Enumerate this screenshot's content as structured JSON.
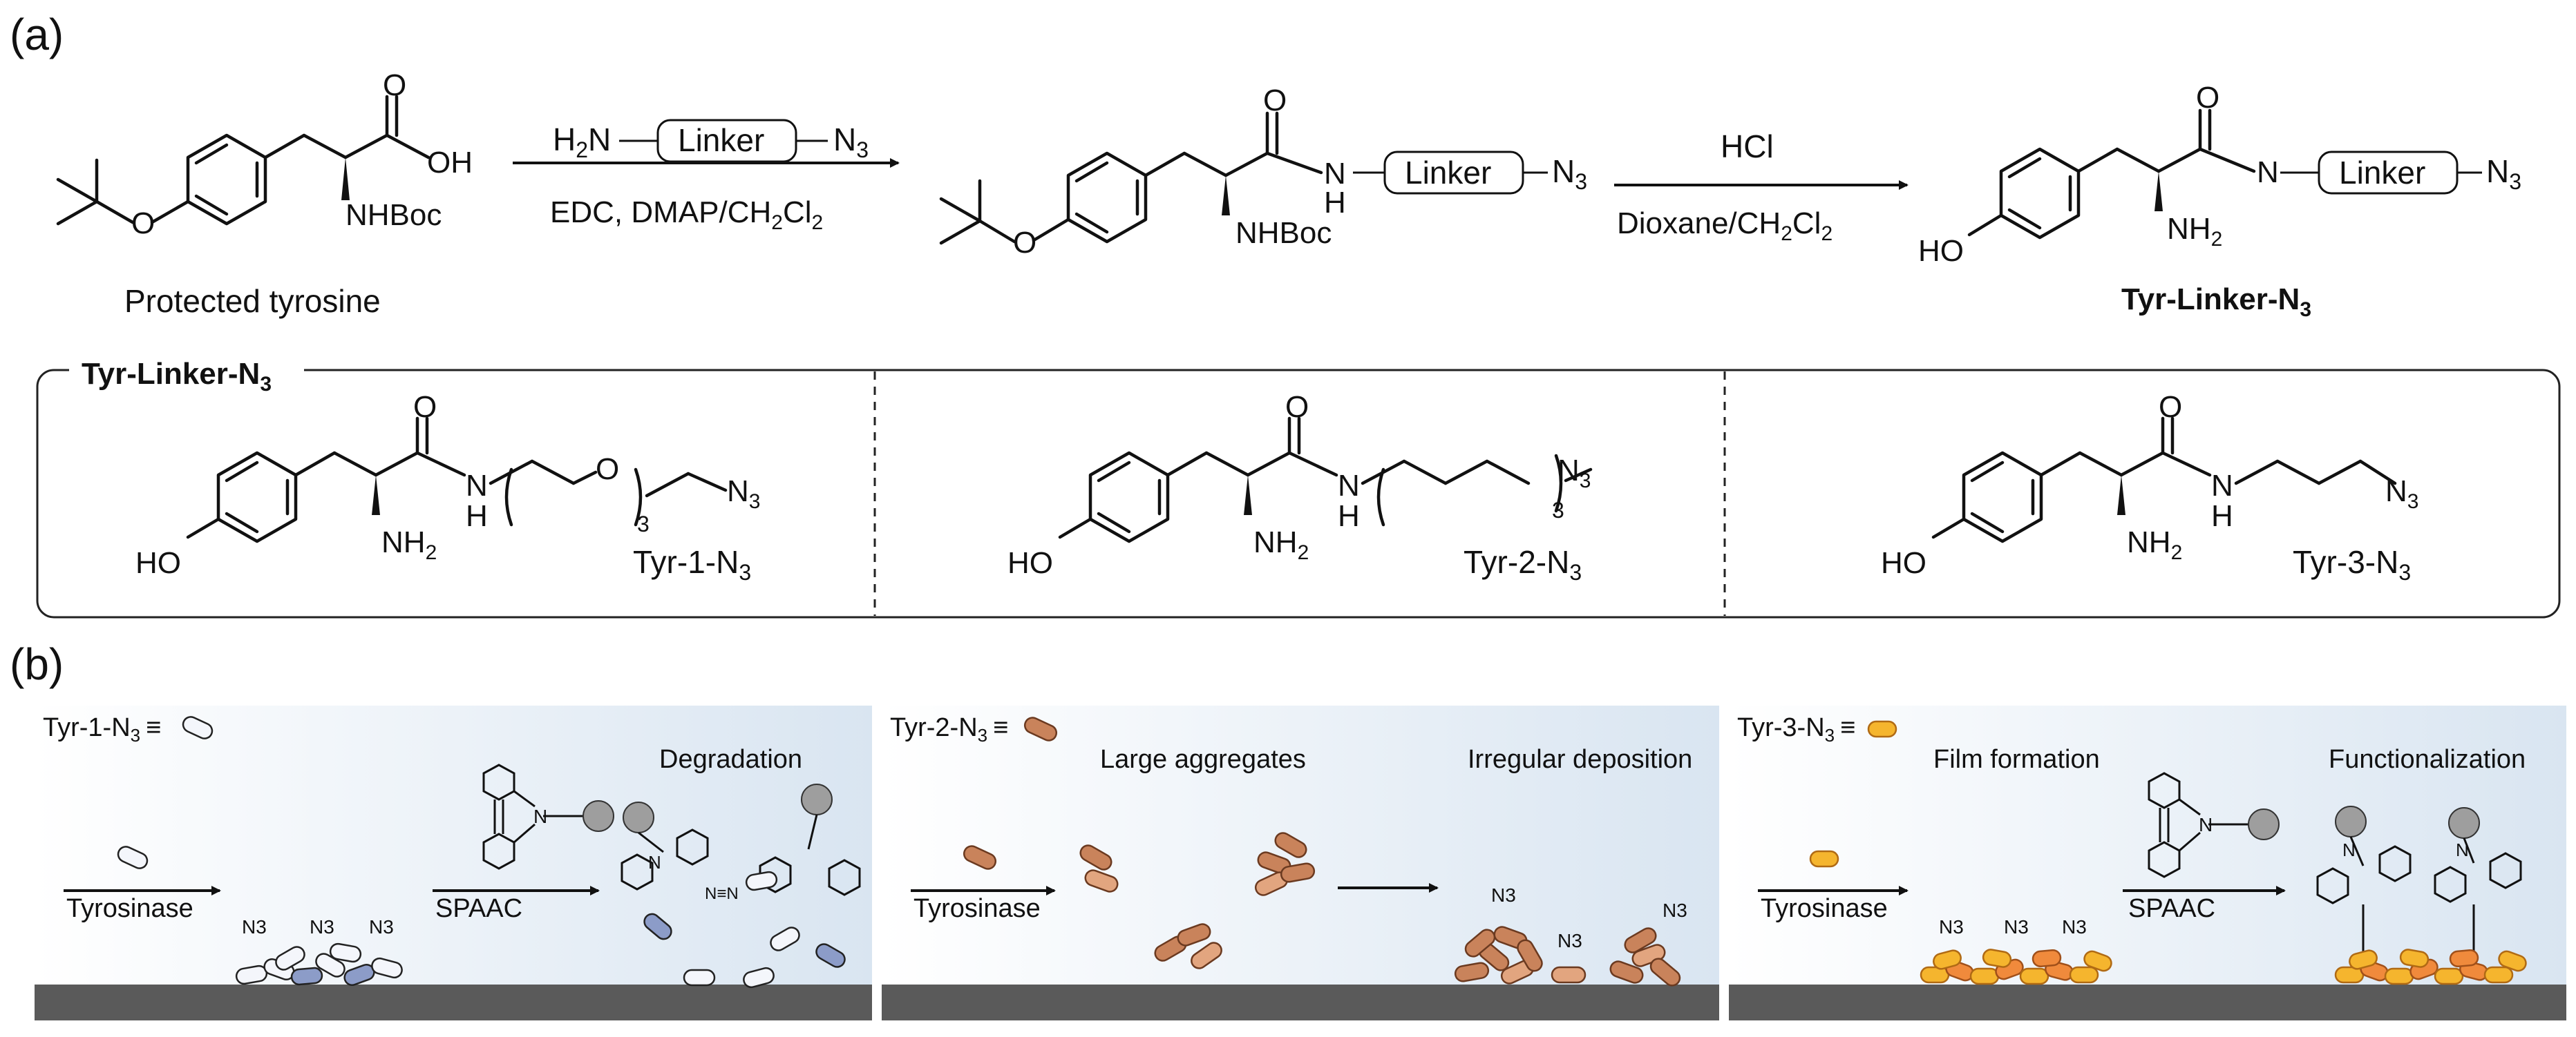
{
  "panels": {
    "a": {
      "label": "(a)",
      "protected_tyrosine": {
        "name": "Protected tyrosine",
        "oh": "OH",
        "nhboc": "NHBoc",
        "o": "O"
      },
      "step1": {
        "reagent_top_h2n": "H",
        "reagent_top_sub": "2",
        "reagent_top_n": "N",
        "linker": "Linker",
        "n3_n": "N",
        "n3_sub": "3",
        "conditions_pre": "EDC, DMAP/CH",
        "conditions_sub1": "2",
        "conditions_mid": "Cl",
        "conditions_sub2": "2"
      },
      "intermediate": {
        "o": "O",
        "n": "N",
        "h": "H",
        "linker": "Linker",
        "n3_n": "N",
        "n3_sub": "3",
        "nhboc": "NHBoc",
        "ether_o": "O"
      },
      "step2": {
        "reagent": "HCl",
        "conditions_pre": "Dioxane/CH",
        "conditions_sub1": "2",
        "conditions_mid": "Cl",
        "conditions_sub2": "2"
      },
      "product": {
        "name_pre": "Tyr-Linker-N",
        "name_sub": "3",
        "ho": "HO",
        "o": "O",
        "n": "N",
        "linker": "Linker",
        "n3_n": "N",
        "n3_sub": "3",
        "nh2_pre": "NH",
        "nh2_sub": "2"
      },
      "box": {
        "title_pre": "Tyr-Linker-N",
        "title_sub": "3",
        "compounds": [
          {
            "name_pre": "Tyr-1-N",
            "name_sub": "3",
            "ho": "HO",
            "o": "O",
            "nh2_pre": "NH",
            "nh2_sub": "2",
            "n": "N",
            "h": "H",
            "chain_o": "O",
            "repeat": "3",
            "n3_n": "N",
            "n3_sub": "3"
          },
          {
            "name_pre": "Tyr-2-N",
            "name_sub": "3",
            "ho": "HO",
            "o": "O",
            "nh2_pre": "NH",
            "nh2_sub": "2",
            "n": "N",
            "h": "H",
            "repeat": "3",
            "n3_n": "N",
            "n3_sub": "3"
          },
          {
            "name_pre": "Tyr-3-N",
            "name_sub": "3",
            "ho": "HO",
            "o": "O",
            "nh2_pre": "NH",
            "nh2_sub": "2",
            "n": "N",
            "h": "H",
            "n3_n": "N",
            "n3_sub": "3"
          }
        ]
      }
    },
    "b": {
      "label": "(b)",
      "scenes": [
        {
          "legend_pre": "Tyr-1-N",
          "legend_sub": "3",
          "legend_eq": "≡",
          "step1": "Tyrosinase",
          "step2": "SPAAC",
          "title_right": "Degradation",
          "n3_labels": [
            "N3",
            "N3",
            "N3"
          ],
          "n_atom": "N",
          "triazole": "N≡N"
        },
        {
          "legend_pre": "Tyr-2-N",
          "legend_sub": "3",
          "legend_eq": "≡",
          "step1": "Tyrosinase",
          "title_mid": "Large aggregates",
          "title_right": "Irregular deposition",
          "n3_labels": [
            "N3",
            "N3",
            "N3"
          ]
        },
        {
          "legend_pre": "Tyr-3-N",
          "legend_sub": "3",
          "legend_eq": "≡",
          "step1": "Tyrosinase",
          "step2": "SPAAC",
          "title_mid": "Film formation",
          "title_right": "Functionalization",
          "n3_labels": [
            "N3",
            "N3",
            "N3"
          ],
          "n_atom": "N"
        }
      ]
    }
  },
  "colors": {
    "surface": "#5a5a5a",
    "bg_gradient_start": "#ffffff",
    "bg_gradient_end": "#d9e5f1",
    "tyr1_fill": "#f4f6fb",
    "tyr1_accent": "#8c9cc8",
    "tyr2_fill": "#c9835b",
    "tyr2_dark": "#8a4e2f",
    "tyr3_fill": "#f5b52e",
    "tyr3_accent": "#f08a3c",
    "bead": "#9e9e9e"
  }
}
